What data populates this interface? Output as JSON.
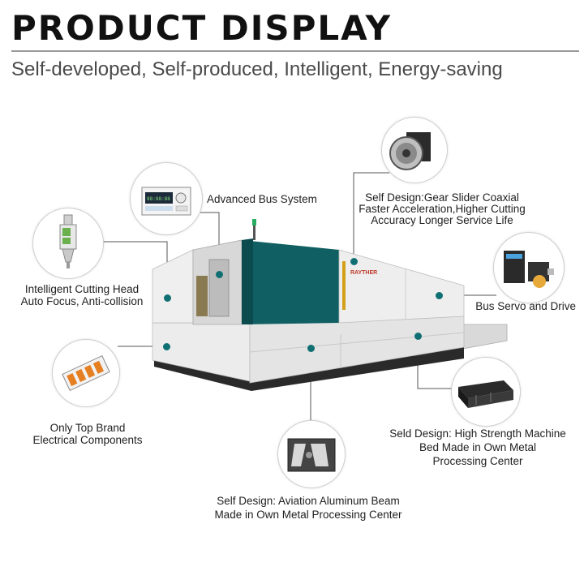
{
  "header": {
    "title": "PRODUCT DISPLAY",
    "subtitle": "Self-developed, Self-produced, Intelligent, Energy-saving"
  },
  "machine": {
    "brand": "RAYTHER",
    "panel_color": "#0f5f63",
    "body_color": "#e9e9e9"
  },
  "callouts": {
    "bus_system": {
      "label": "Advanced Bus System",
      "icon": "control-screen-icon"
    },
    "gear": {
      "line1": "Self Design:Gear Slider Coaxial",
      "line2": "Faster Acceleration,Higher Cutting",
      "line3": "Accuracy Longer Service Life",
      "icon": "gear-reducer-icon"
    },
    "cutting_head": {
      "line1": "Intelligent Cutting Head",
      "line2": "Auto Focus, Anti-collision",
      "icon": "laser-head-icon"
    },
    "servo": {
      "label": "Bus Servo and Drive",
      "icon": "servo-motor-icon"
    },
    "electrical": {
      "line1": "Only Top Brand",
      "line2": "Electrical Components",
      "icon": "breaker-icon"
    },
    "bed": {
      "line1": "Seld Design: High Strength Machine",
      "line2": "Bed Made in Own Metal",
      "line3": "Processing Center",
      "icon": "machine-bed-icon"
    },
    "beam": {
      "line1": "Self Design: Aviation Aluminum Beam",
      "line2": "Made in Own Metal Processing Center",
      "icon": "aluminum-beam-icon"
    }
  }
}
